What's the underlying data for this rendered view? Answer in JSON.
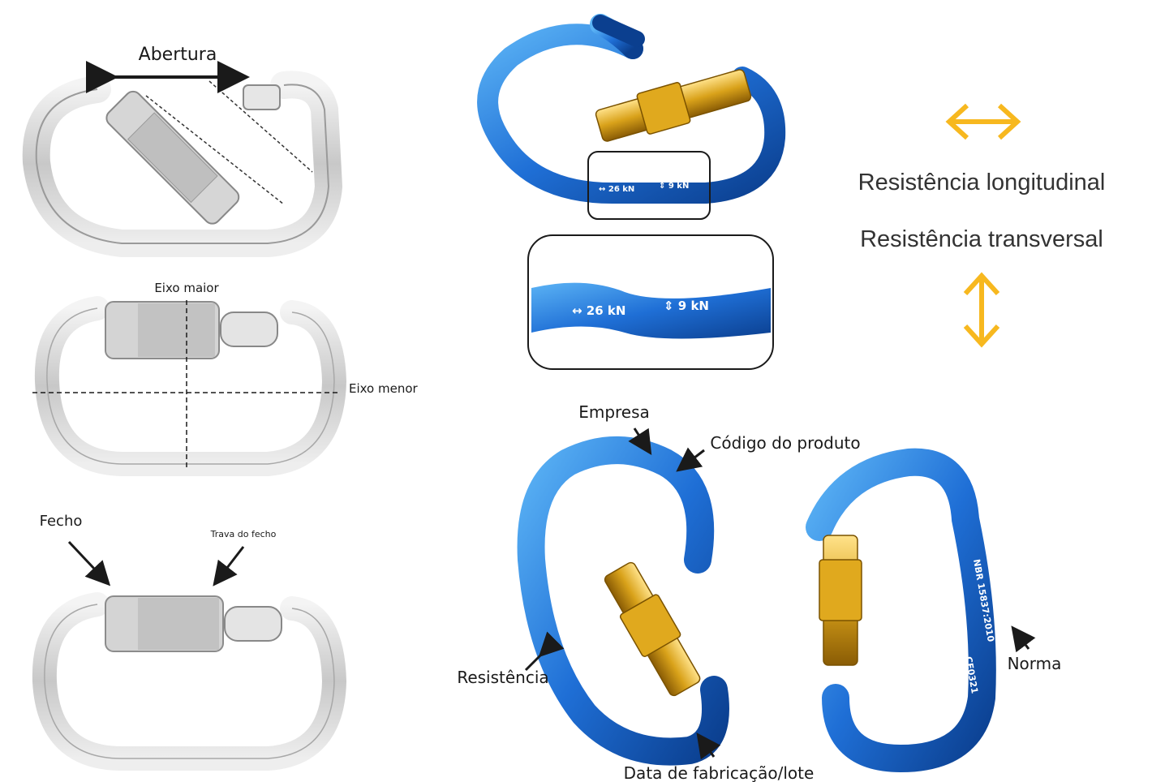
{
  "colors": {
    "accent_arrows": "#f7b81f",
    "carabiner_blue": "#1f6fd6",
    "gate_gold": "#d9a21a",
    "steel": "#d8d8d8",
    "text": "#1a1a1a"
  },
  "left_panel": {
    "opening_label": "Abertura",
    "major_axis_label": "Eixo maior",
    "minor_axis_label": "Eixo menor",
    "gate_label": "Fecho",
    "gate_lock_label": "Trava do fecho"
  },
  "top_right_panel": {
    "etched_longitudinal": "↔ 26 kN",
    "etched_transversal": "⇕ 9 kN",
    "zoom_longitudinal": "↔ 26 kN",
    "zoom_transversal": "⇕ 9 kN"
  },
  "legend": {
    "longitudinal_label": "Resistência longitudinal",
    "transversal_label": "Resistência transversal",
    "longitudinal_icon": "horizontal-double-arrow-icon",
    "transversal_icon": "vertical-double-arrow-icon"
  },
  "bottom_right_panel": {
    "company_label": "Empresa",
    "product_code_label": "Código do produto",
    "strength_label": "Resistência",
    "manufacture_date_label": "Data de fabricação/lote",
    "standard_label": "Norma",
    "etched_standard": "NBR 15837:2010",
    "etched_ce": "CE0321"
  }
}
